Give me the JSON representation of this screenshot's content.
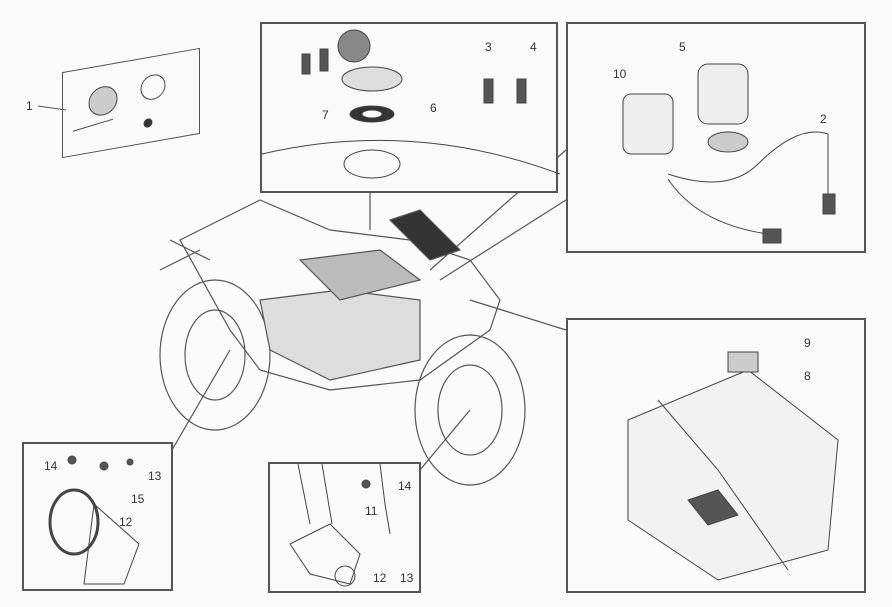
{
  "callouts": {
    "c1": "1",
    "c7": "7",
    "c6": "6",
    "c3": "3",
    "c4": "4",
    "c10": "10",
    "c5": "5",
    "c2": "2",
    "c9": "9",
    "c8": "8",
    "rear_14": "14",
    "rear_13": "13",
    "rear_15": "15",
    "rear_12": "12",
    "front_14": "14",
    "front_11": "11",
    "front_12": "12",
    "front_13": "13"
  }
}
